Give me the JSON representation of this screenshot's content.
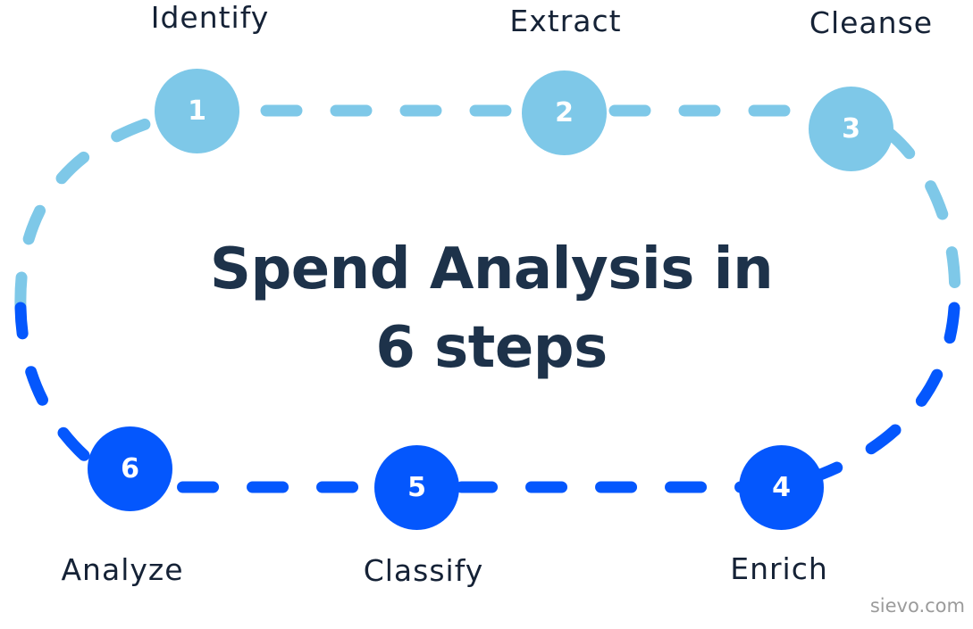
{
  "diagram": {
    "title_line1": "Spend Analysis in",
    "title_line2": "6 steps",
    "colors": {
      "light_blue": "#7ec8e8",
      "dark_blue": "#0457fd",
      "title": "#1d324a",
      "label": "#152236",
      "footer": "#9b9b9b"
    },
    "steps": [
      {
        "number": "1",
        "label": "Identify"
      },
      {
        "number": "2",
        "label": "Extract"
      },
      {
        "number": "3",
        "label": "Cleanse"
      },
      {
        "number": "4",
        "label": "Enrich"
      },
      {
        "number": "5",
        "label": "Classify"
      },
      {
        "number": "6",
        "label": "Analyze"
      }
    ],
    "footer": "sievo.com"
  }
}
